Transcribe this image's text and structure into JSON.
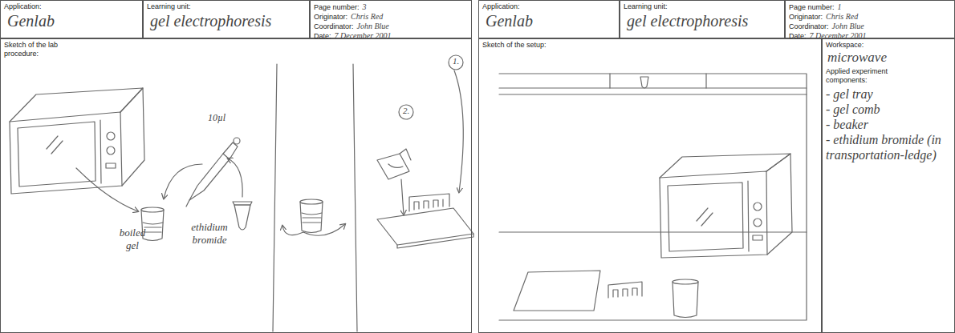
{
  "diagram": {
    "nodes": [
      {
        "text": [
          "Application:",
          "Genlab"
        ]
      },
      {
        "text": [
          "Learning unit:",
          "gel electrophoresis"
        ]
      },
      {
        "text": [
          "Page number:",
          "3",
          "Originator:",
          "Chris Red",
          "Coordinator:",
          "John Blue",
          "Date:",
          "7 December 2001"
        ]
      },
      {
        "text": [
          "Sketch of the lab procedure:"
        ]
      },
      {
        "text": [
          "Application:",
          "Genlab"
        ]
      },
      {
        "text": [
          "Learning unit:",
          "gel electrophoresis"
        ]
      },
      {
        "text": [
          "Page number:",
          "1",
          "Originator:",
          "Chris Red",
          "Coordinator:",
          "John Blue",
          "Date:",
          "7 December 2001"
        ]
      },
      {
        "text": [
          "Sketch of the setup:"
        ]
      },
      {
        "text": [
          "Workspace:",
          "microwave",
          "Applied experiment components:",
          "- gel tray",
          "- gel comb",
          "- beaker",
          "- ethidium bromide (in transportation-ledge)"
        ]
      }
    ],
    "labels": [
      "10µl",
      "boiled gel",
      "ethidium bromide",
      "1.",
      "2."
    ]
  }
}
